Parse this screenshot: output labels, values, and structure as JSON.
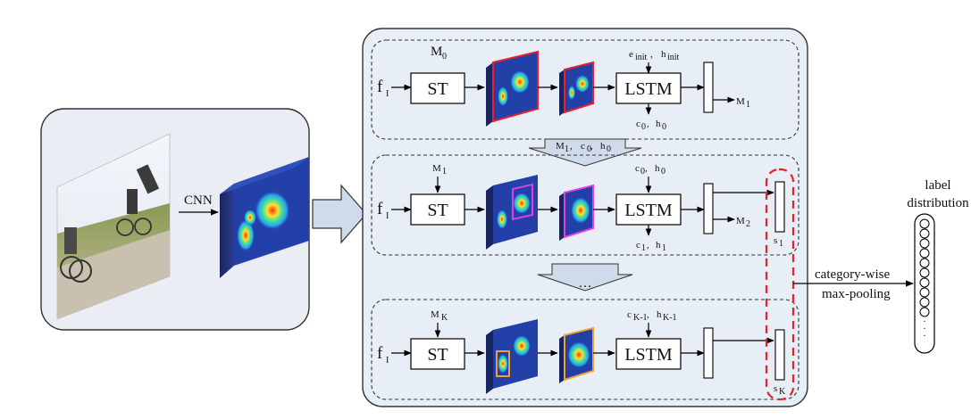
{
  "diagram": {
    "input_branch": {
      "cnn_label": "CNN"
    },
    "stages": [
      {
        "input_feature": "f",
        "input_feature_sub": "I",
        "transform_label": "ST",
        "mask_in": "M",
        "mask_in_sub": "0",
        "state_in_1": "e",
        "state_in_1_sub": "init",
        "state_sep": " , ",
        "state_in_2": "h",
        "state_in_2_sub": "init",
        "lstm_label": "LSTM",
        "state_out_1": "c",
        "state_out_1_sub": "0",
        "state_out_2": "h",
        "state_out_2_sub": "0",
        "mask_out": "M",
        "mask_out_sub": "1"
      },
      {
        "input_feature": "f",
        "input_feature_sub": "I",
        "transform_label": "ST",
        "mask_in": "M",
        "mask_in_sub": "1",
        "state_in_1": "c",
        "state_in_1_sub": "0",
        "state_sep": " , ",
        "state_in_2": "h",
        "state_in_2_sub": "0",
        "lstm_label": "LSTM",
        "state_out_1": "c",
        "state_out_1_sub": "1",
        "state_out_2": "h",
        "state_out_2_sub": "1",
        "mask_out": "M",
        "mask_out_sub": "2",
        "score": "s",
        "score_sub": "1"
      },
      {
        "input_feature": "f",
        "input_feature_sub": "I",
        "transform_label": "ST",
        "mask_in": "M",
        "mask_in_sub": "K",
        "state_in_1": "c",
        "state_in_1_sub": "K-1",
        "state_sep": " , ",
        "state_in_2": "h",
        "state_in_2_sub": "K-1",
        "lstm_label": "LSTM",
        "score": "s",
        "score_sub": "K"
      }
    ],
    "transition_1": {
      "a": "M",
      "a_sub": "1",
      "b": "c",
      "b_sub": "0",
      "c": "h",
      "c_sub": "0",
      "sep": " , "
    },
    "transition_2": {
      "ellipsis": "…"
    },
    "pooling": {
      "line1": "category-wise",
      "line2": "max-pooling"
    },
    "output": {
      "title_line1": "label",
      "title_line2": "distribution",
      "ellipsis": "·"
    },
    "colors": {
      "panel_fill": "#e8eef5",
      "panel_stroke": "#333333",
      "big_arrow_fill": "#cfdaea",
      "highlight_red": "#e8202a",
      "box_magenta": "#e040e0",
      "box_orange": "#f0a030",
      "heatmap_dark": "#1f2f8a"
    }
  }
}
